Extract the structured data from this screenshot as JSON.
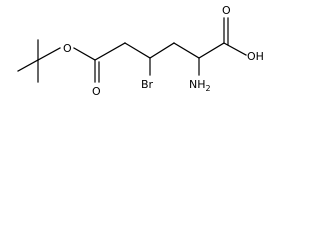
{
  "molecule": {
    "atoms": {
      "ester_oxygen": "O",
      "carbonyl_oxygen_left": "O",
      "carbonyl_oxygen_right": "O",
      "hydroxyl": "OH",
      "bromine": "Br",
      "amine": "NH",
      "amine_subscript": "2"
    }
  },
  "colors": {
    "bond": "#000000",
    "text": "#000000",
    "background": "#ffffff"
  }
}
